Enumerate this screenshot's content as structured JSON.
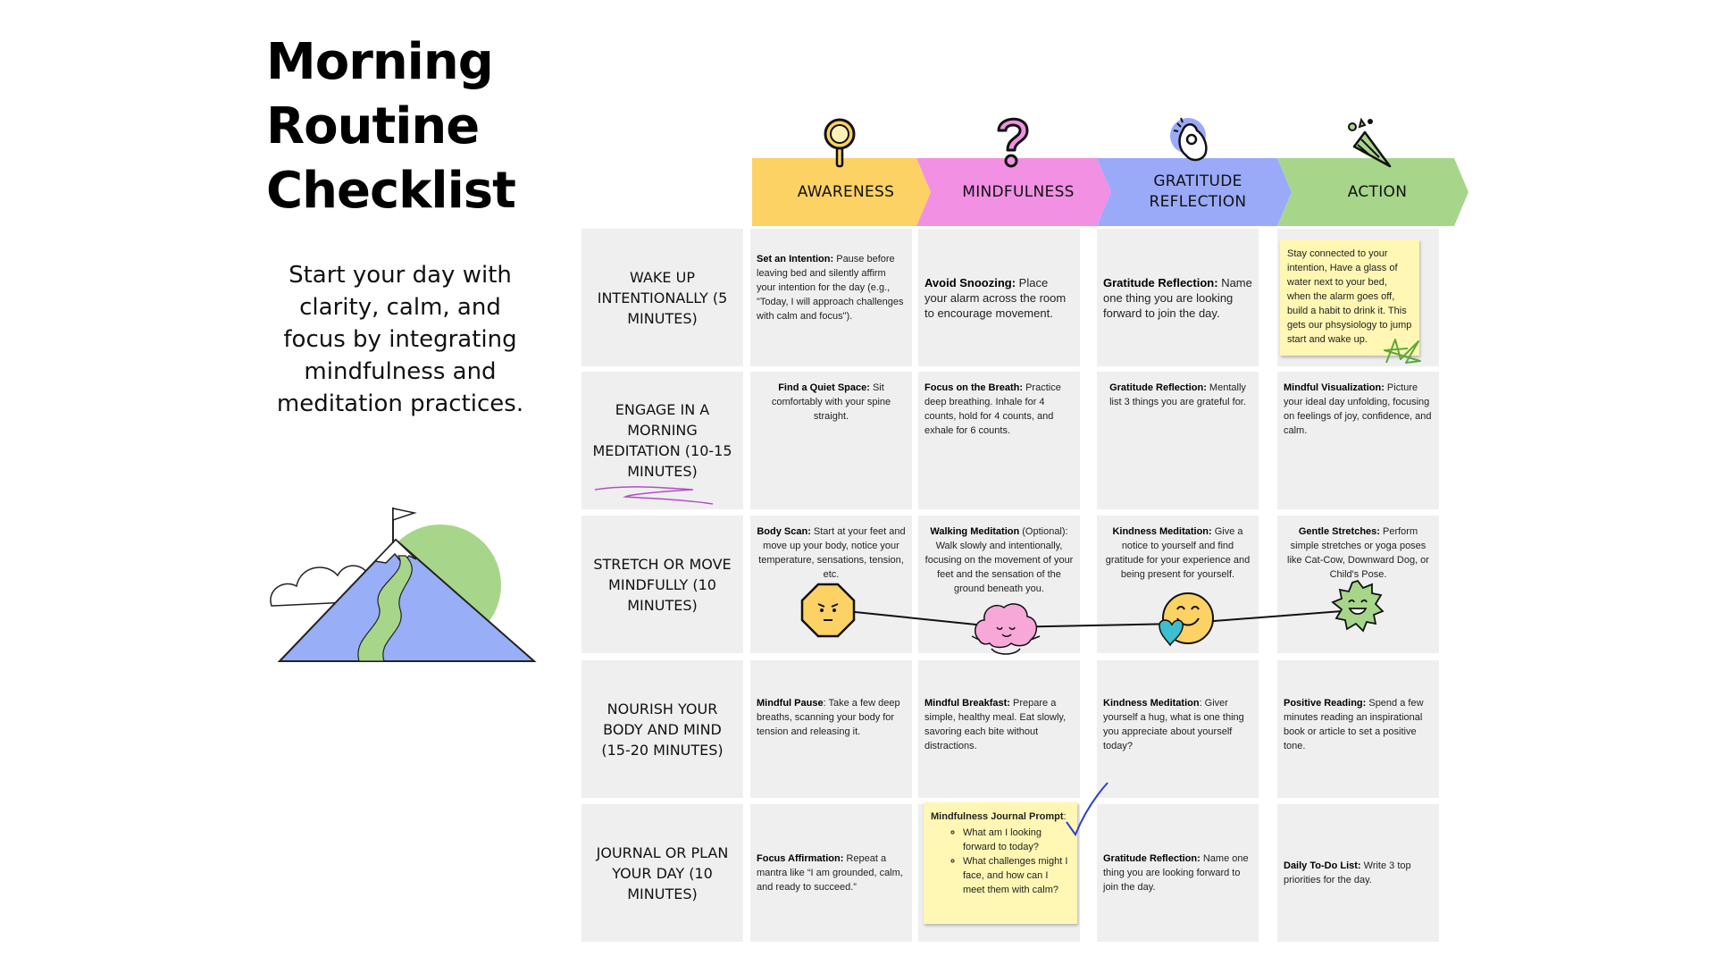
{
  "title": {
    "line1": "Morning",
    "line2": "Routine",
    "line3": "Checklist"
  },
  "subtitle": "Start your day with clarity, calm, and focus by integrating mindfulness and meditation practices.",
  "colors": {
    "awareness": "#fcd265",
    "mindfulness": "#f290e3",
    "gratitude": "#9aaaf9",
    "action": "#a7d68a",
    "cell_bg": "#efefef",
    "sticky_note": "#fff7b3"
  },
  "columns": [
    {
      "label": "AWARENESS",
      "icon": "magnifier-icon"
    },
    {
      "label": "MINDFULNESS",
      "icon": "question-mark-icon"
    },
    {
      "label": "GRATITUDE REFLECTION",
      "icon": "ok-hand-icon"
    },
    {
      "label": "ACTION",
      "icon": "party-popper-icon"
    }
  ],
  "rows": [
    {
      "label": "WAKE UP INTENTIONALLY (5 MINUTES)",
      "cells": [
        {
          "bold": "Set an Intention:",
          "text": " Pause before leaving bed and silently affirm your intention for the day (e.g., \"Today, I will approach challenges with calm and focus\")."
        },
        {
          "bold": "Avoid Snoozing:",
          "text": " Place your alarm across the room to encourage movement."
        },
        {
          "bold": "Gratitude Reflection:",
          "text": " Name one thing you are looking forward to join the day."
        },
        {
          "bold": "",
          "text": "Stay connected to your intention, Have a glass of water next to your bed, when the alarm goes off, build a habit to drink it.  This gets our phsysiology to jump start and wake up."
        }
      ]
    },
    {
      "label": "ENGAGE IN A MORNING MEDITATION (10-15 MINUTES)",
      "cells": [
        {
          "bold": "Find a Quiet Space:",
          "text": " Sit comfortably with your spine straight."
        },
        {
          "bold": "Focus on the Breath:",
          "text": " Practice deep breathing. Inhale for 4 counts, hold for 4 counts, and exhale for 6 counts."
        },
        {
          "bold": "Gratitude Reflection:",
          "text": " Mentally list 3 things you are grateful for."
        },
        {
          "bold": "Mindful Visualization:",
          "text": " Picture your ideal day unfolding, focusing on feelings of joy, confidence, and calm."
        }
      ]
    },
    {
      "label": "STRETCH OR MOVE MINDFULLY (10 MINUTES)",
      "cells": [
        {
          "bold": "Body Scan:",
          "text": " Start at your feet and move up your body, notice your temperature, sensations, tension, etc."
        },
        {
          "bold": "Walking Meditation",
          "text": " (Optional): Walk slowly and intentionally, focusing on the movement of your feet and the sensation of the ground beneath you."
        },
        {
          "bold": "Kindness Meditation:",
          "text": " Give a notice to yourself and find gratitude for your experience and being present for yourself."
        },
        {
          "bold": "Gentle Stretches:",
          "text": " Perform simple stretches or yoga poses like Cat-Cow, Downward Dog, or Child's Pose."
        }
      ]
    },
    {
      "label": "NOURISH YOUR BODY AND MIND (15-20 MINUTES)",
      "cells": [
        {
          "bold": "Mindful Pause",
          "text": ": Take a few deep breaths, scanning your body for tension and releasing it."
        },
        {
          "bold": "Mindful Breakfast:",
          "text": " Prepare a simple, healthy meal. Eat slowly, savoring each bite without distractions."
        },
        {
          "bold": "Kindness Meditation",
          "text": ": Giver yourself a hug, what is one thing you appreciate about yourself today?"
        },
        {
          "bold": "Positive Reading:",
          "text": " Spend a few minutes reading an inspirational book or article to set a positive tone."
        }
      ]
    },
    {
      "label": "JOURNAL OR PLAN YOUR DAY (10 MINUTES)",
      "cells": [
        {
          "bold": "Focus Affirmation:",
          "text": " Repeat a mantra like “I am grounded, calm, and ready to succeed.”"
        },
        {
          "bold": "Mindfulness Journal Prompt",
          "text": ":",
          "bullets": [
            "What am I looking forward to today?",
            "What challenges might I face, and how can I meet them with calm?"
          ]
        },
        {
          "bold": "Gratitude Reflection:",
          "text": " Name one thing you are looking forward to join the day."
        },
        {
          "bold": "Daily To-Do List:",
          "text": " Write 3 top priorities for the day."
        }
      ]
    }
  ]
}
